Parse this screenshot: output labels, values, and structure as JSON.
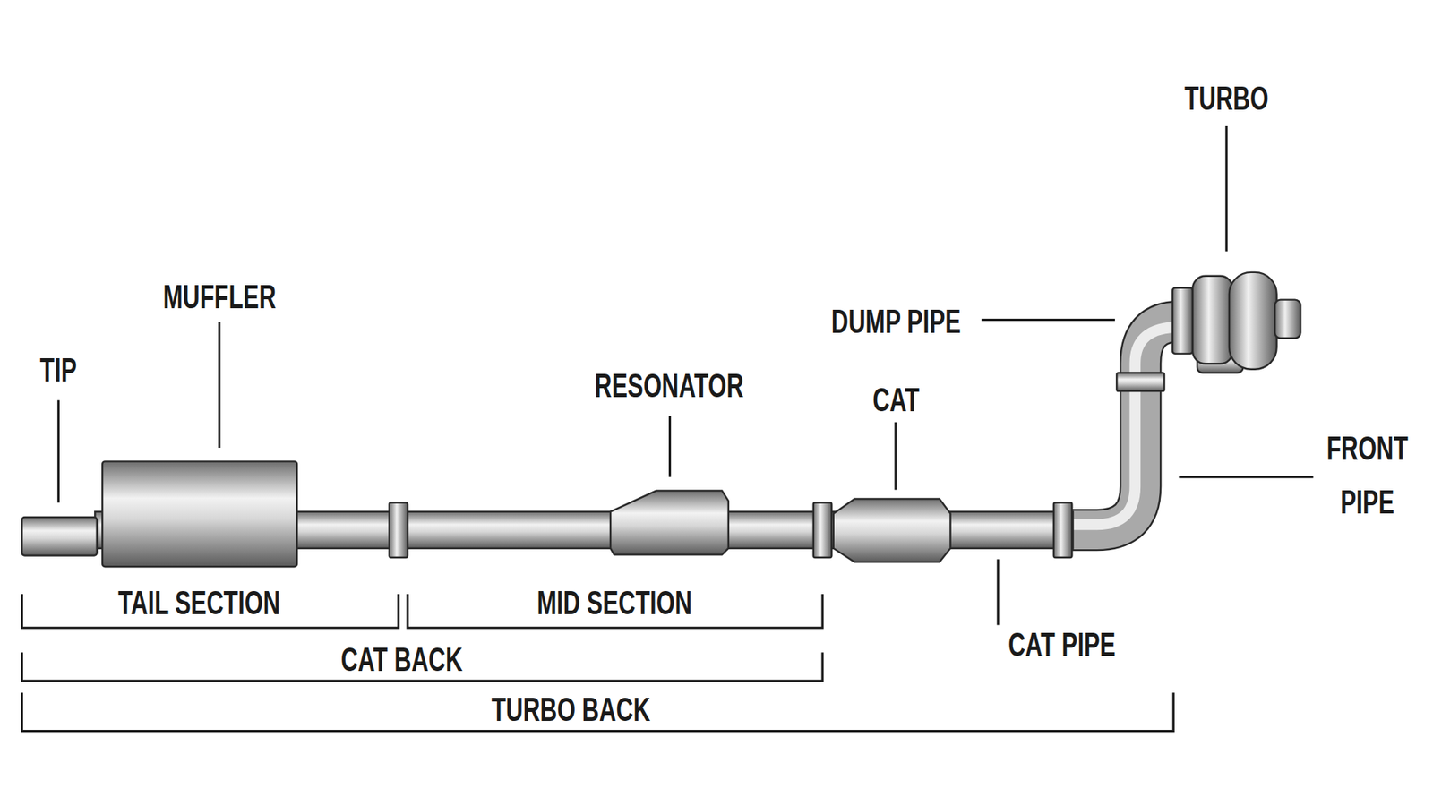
{
  "diagram": {
    "labels": [
      "TURBO",
      "MUFFLER",
      "DUMP PIPE",
      "TIP",
      "RESONATOR",
      "CAT",
      "FRONT PIPE",
      "TAIL SECTION",
      "MID SECTION",
      "CAT PIPE",
      "CAT BACK",
      "TURBO BACK"
    ]
  }
}
